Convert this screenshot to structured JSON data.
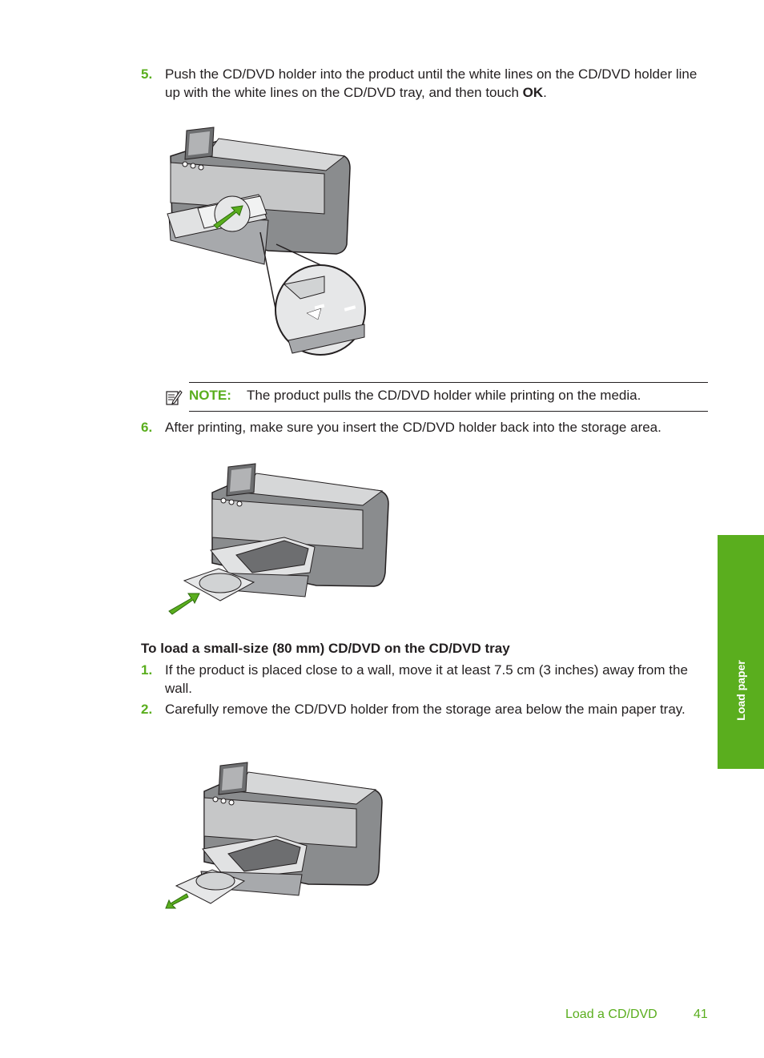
{
  "steps": {
    "s5": {
      "num": "5.",
      "text_before": "Push the CD/DVD holder into the product until the white lines on the CD/DVD holder line up with the white lines on the CD/DVD tray, and then touch ",
      "bold": "OK",
      "text_after": "."
    },
    "s6": {
      "num": "6.",
      "text": "After printing, make sure you insert the CD/DVD holder back into the storage area."
    },
    "small_1": {
      "num": "1.",
      "text": "If the product is placed close to a wall, move it at least 7.5 cm (3 inches) away from the wall."
    },
    "small_2": {
      "num": "2.",
      "text": "Carefully remove the CD/DVD holder from the storage area below the main paper tray."
    }
  },
  "note": {
    "label": "NOTE:",
    "text": "The product pulls the CD/DVD holder while printing on the media.",
    "icon": "note-icon"
  },
  "heading": "To load a small-size (80 mm) CD/DVD on the CD/DVD tray",
  "side_tab": "Load paper",
  "footer": {
    "section": "Load a CD/DVD",
    "page": "41"
  },
  "colors": {
    "accent": "#5aae1e",
    "text": "#231f20"
  }
}
